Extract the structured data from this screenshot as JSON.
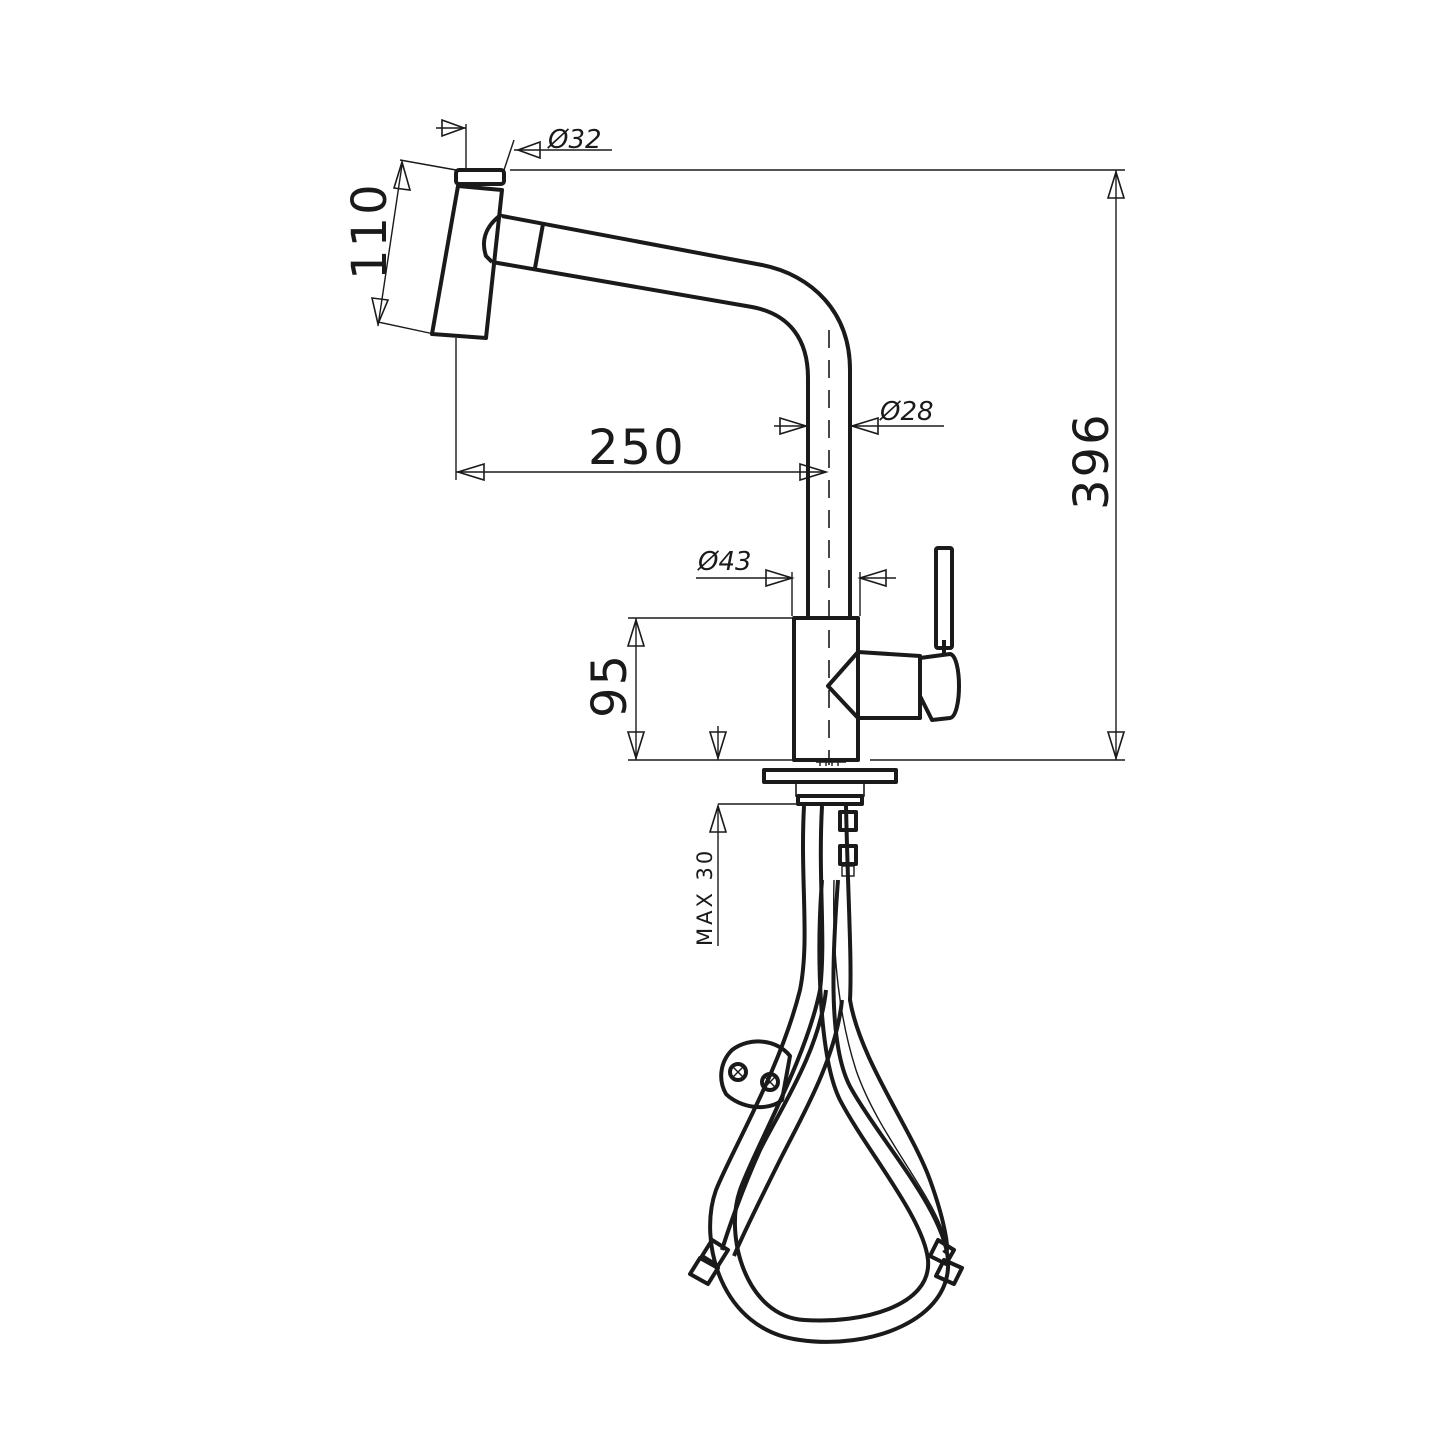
{
  "dimensions": {
    "spout_diameter": "Ø32",
    "spout_height": "110",
    "total_height": "396",
    "reach": "250",
    "column_diameter": "Ø28",
    "base_diameter": "Ø43",
    "base_height": "95",
    "max_deck_thickness": "MAX 30"
  }
}
